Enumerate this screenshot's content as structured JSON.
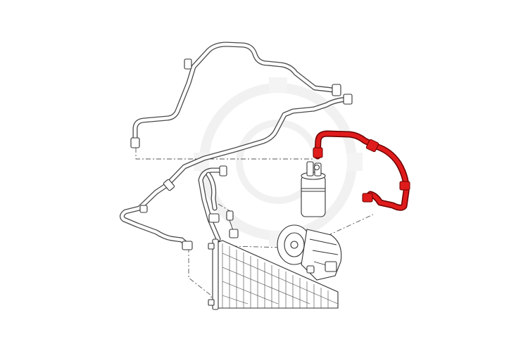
{
  "diagram": {
    "highlight_color": "#e01b1b",
    "line_color": "#333333",
    "background": "#ffffff",
    "components": [
      {
        "id": "upper-pipe",
        "highlighted": false
      },
      {
        "id": "lower-pipe",
        "highlighted": false
      },
      {
        "id": "flex-pipe",
        "highlighted": false
      },
      {
        "id": "receiver-drier",
        "highlighted": false
      },
      {
        "id": "compressor",
        "highlighted": false
      },
      {
        "id": "condenser",
        "highlighted": false
      },
      {
        "id": "discharge-hose",
        "highlighted": true
      }
    ],
    "icons": [
      "gear-watermark"
    ]
  }
}
